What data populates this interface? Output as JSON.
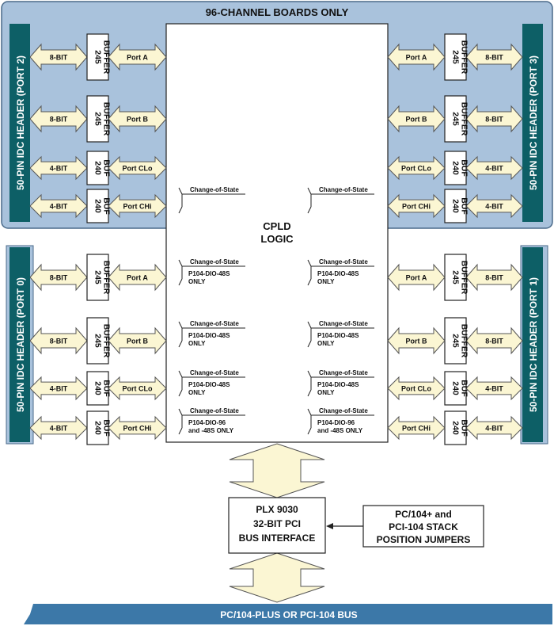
{
  "top_region": {
    "title": "96-CHANNEL BOARDS ONLY"
  },
  "headers": {
    "port2": "50-PIN IDC HEADER (PORT 2)",
    "port3": "50-PIN IDC HEADER (PORT 3)",
    "port0": "50-PIN IDC HEADER (PORT 0)",
    "port1": "50-PIN IDC HEADER (PORT 1)"
  },
  "cpld": {
    "line1": "CPLD",
    "line2": "LOGIC"
  },
  "rows": [
    {
      "bits": "8-BIT",
      "buf_num": "245",
      "buf_label": "BUFFER",
      "port": "Port A"
    },
    {
      "bits": "8-BIT",
      "buf_num": "245",
      "buf_label": "BUFFER",
      "port": "Port B"
    },
    {
      "bits": "4-BIT",
      "buf_num": "240",
      "buf_label": "BUF",
      "port": "Port CLo"
    },
    {
      "bits": "4-BIT",
      "buf_num": "240",
      "buf_label": "BUF",
      "port": "Port CHi"
    }
  ],
  "cos": {
    "label": "Change-of-State",
    "note_48s": [
      "P104-DIO-48S",
      "ONLY"
    ],
    "note_96": [
      "P104-DIO-96",
      "and -48S ONLY"
    ]
  },
  "plx": {
    "line1": "PLX 9030",
    "line2": "32-BIT PCI",
    "line3": "BUS INTERFACE"
  },
  "jumpers": {
    "line1": "PC/104+ and",
    "line2": "PCI-104 STACK",
    "line3": "POSITION JUMPERS"
  },
  "bus": {
    "label": "PC/104-PLUS OR PCI-104 BUS"
  },
  "colors": {
    "region_fill": "#a9c2dc",
    "region_stroke": "#4a6a8a",
    "header_fill": "#0d5f66",
    "arrow_fill": "#fbf6d3",
    "bus_fill": "#3c78a8"
  }
}
